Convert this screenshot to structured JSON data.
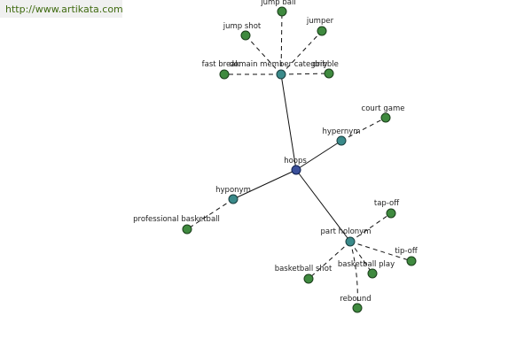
{
  "header": {
    "url_text": "http://www.artikata.com"
  },
  "graph": {
    "center": {
      "label": "hoops"
    },
    "relations": {
      "domain_member_category": {
        "label": "domain member category",
        "members": [
          "jump ball",
          "jumper",
          "jump shot",
          "fast break",
          "dribble"
        ]
      },
      "hypernym": {
        "label": "hypernym",
        "members": [
          "court game"
        ]
      },
      "hyponym": {
        "label": "hyponym",
        "members": [
          "professional basketball"
        ]
      },
      "part_holonym": {
        "label": "part holonym",
        "members": [
          "tap-off",
          "tip-off",
          "basketball play",
          "basketball shot",
          "rebound"
        ]
      }
    }
  },
  "colors": {
    "center": "#3a4f9a",
    "relation": "#3a8a8a",
    "leaf": "#3f8a3f",
    "url": "#3f6a0f"
  }
}
